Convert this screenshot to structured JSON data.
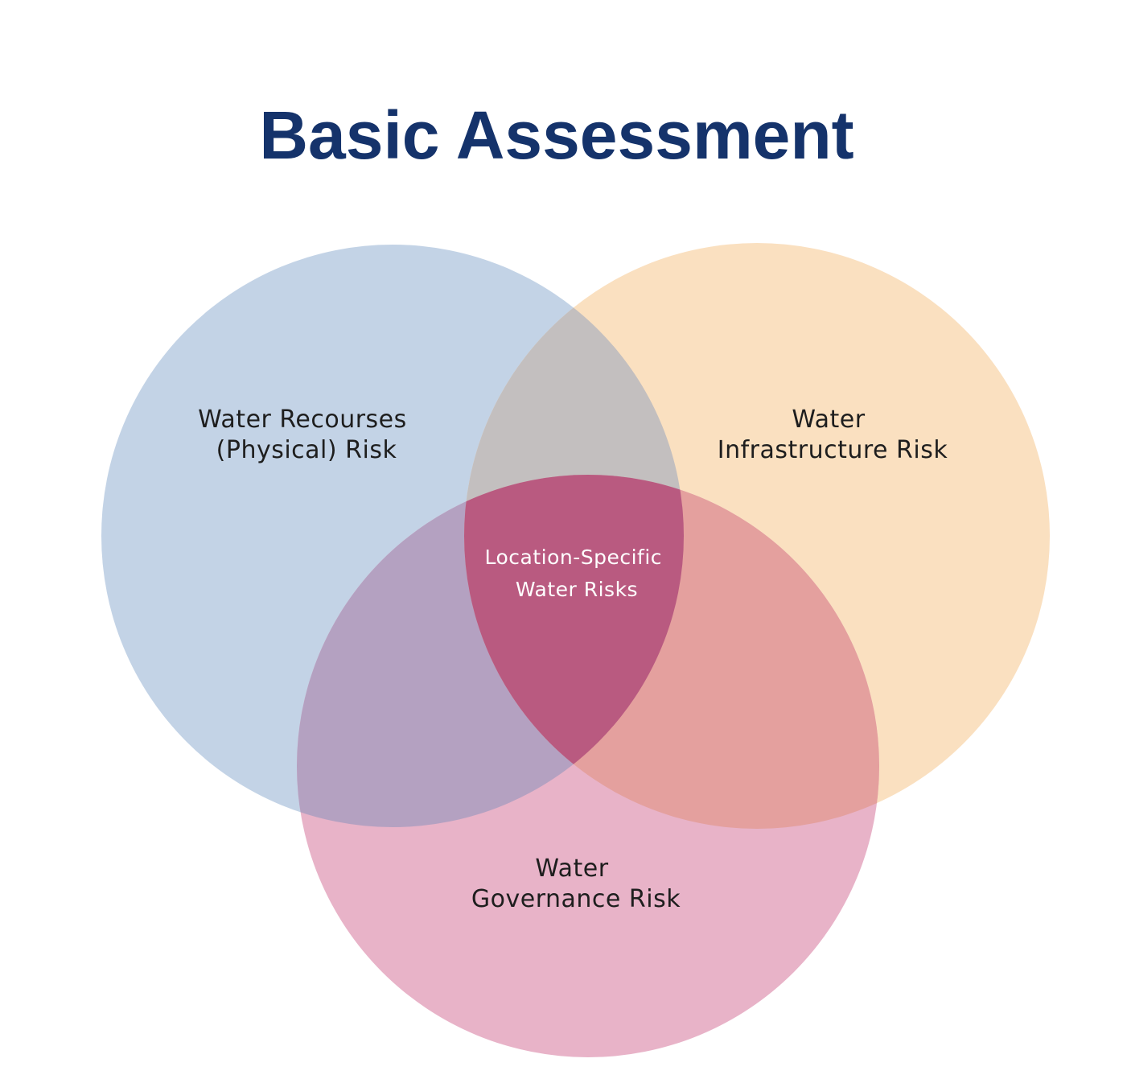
{
  "diagram": {
    "title": "Basic Assessment",
    "sets": [
      {
        "id": "physical",
        "label_lines": [
          "Water Recourses",
          "(Physical) Risk"
        ],
        "color": "#c3d3e6"
      },
      {
        "id": "infrastructure",
        "label_lines": [
          "Water",
          "Infrastructure Risk"
        ],
        "color": "#fae0c0"
      },
      {
        "id": "governance",
        "label_lines": [
          "Water",
          "Governance Risk"
        ],
        "color": "#e8b3c8"
      }
    ],
    "center": {
      "label_lines": [
        "Location-Specific",
        "Water Risks"
      ]
    },
    "colors": {
      "title": "#15336b",
      "label": "#1e1e1e",
      "center_label": "#ffffff",
      "overlap_physical_infrastructure": "#c3bfbf",
      "overlap_physical_governance": "#b4a1c1",
      "overlap_infrastructure_governance": "#e4a09e",
      "overlap_all": "#b95a80"
    }
  }
}
